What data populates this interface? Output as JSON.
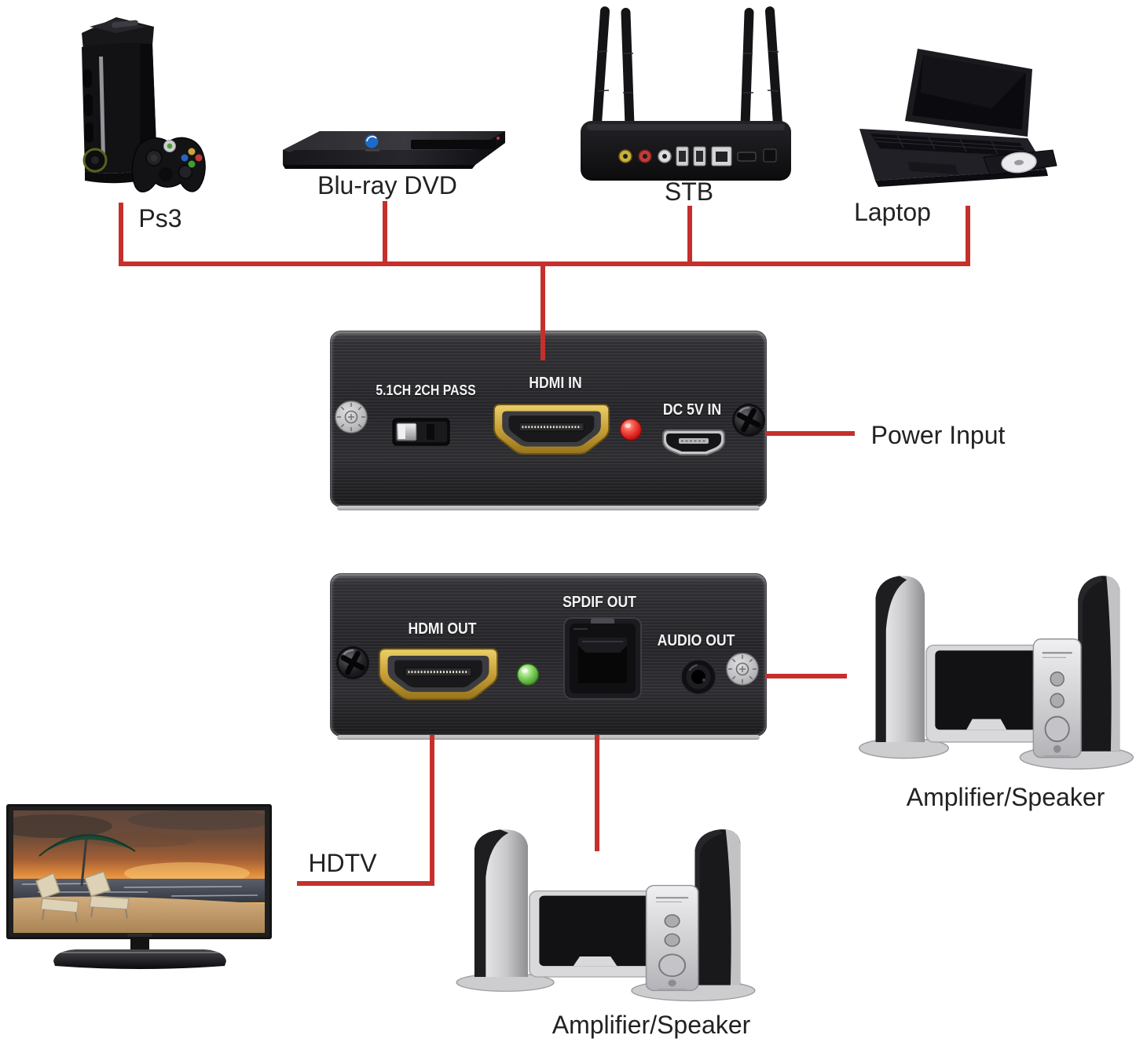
{
  "colors": {
    "connection_line": "#c5302c",
    "input_led": "#d41616",
    "output_led": "#4da032",
    "hdmi_gold": "#c8a036",
    "panel_metal": "#28282c"
  },
  "sources": [
    {
      "label": "Ps3"
    },
    {
      "label": "Blu-ray DVD"
    },
    {
      "label": "STB"
    },
    {
      "label": "Laptop"
    }
  ],
  "extractor": {
    "input_panel": {
      "switch_label": "5.1CH 2CH PASS",
      "hdmi_label": "HDMI IN",
      "dc_label": "DC 5V IN"
    },
    "output_panel": {
      "hdmi_label": "HDMI OUT",
      "spdif_label": "SPDIF OUT",
      "audio_label": "AUDIO OUT"
    }
  },
  "annotations": {
    "power": "Power Input",
    "tv": "HDTV",
    "amp_right": "Amplifier/Speaker",
    "amp_bottom": "Amplifier/Speaker"
  }
}
